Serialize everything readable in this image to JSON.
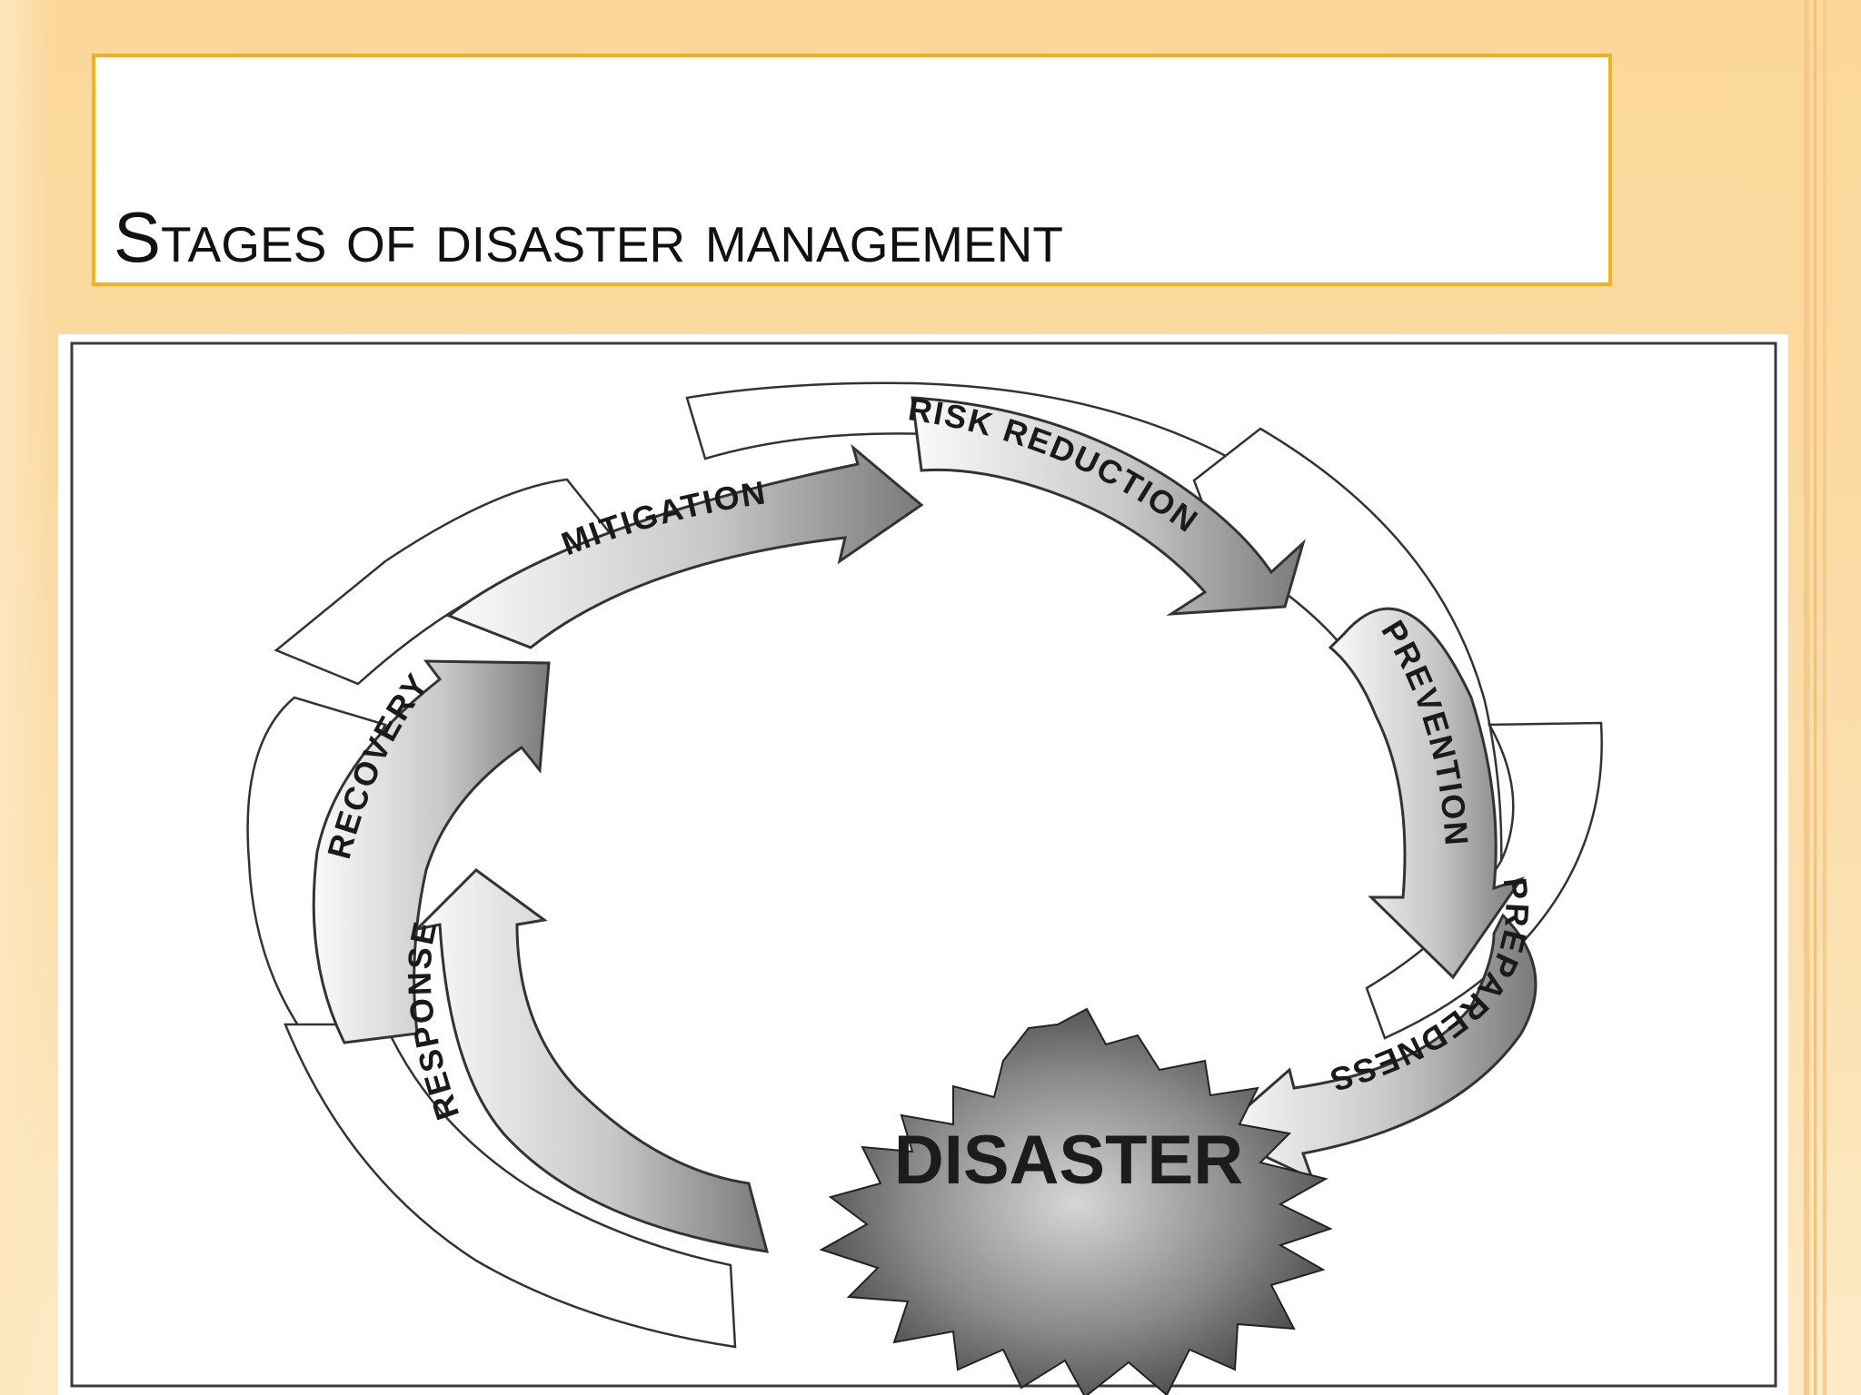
{
  "slide": {
    "title": "Stages of disaster management"
  },
  "diagram": {
    "center_label": "DISASTER",
    "stages": [
      {
        "id": "mitigation",
        "label": "MITIGATION"
      },
      {
        "id": "risk-reduction",
        "label": "RISK REDUCTION"
      },
      {
        "id": "prevention",
        "label": "PREVENTION"
      },
      {
        "id": "preparedness",
        "label": "PREPAREDNESS"
      },
      {
        "id": "response",
        "label": "RESPONSE"
      },
      {
        "id": "recovery",
        "label": "RECOVERY"
      }
    ]
  },
  "colors": {
    "background": "#fbd79a",
    "title_border": "#f0b21e",
    "arrow_stroke": "#333333",
    "text": "#111111"
  }
}
